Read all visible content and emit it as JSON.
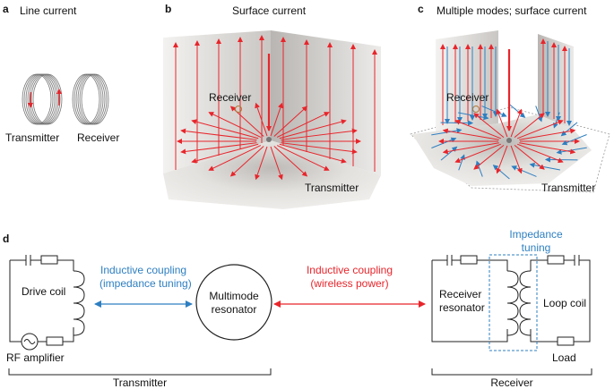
{
  "panels": {
    "a": {
      "letter": "a",
      "title": "Line current",
      "transmitter": "Transmitter",
      "receiver": "Receiver"
    },
    "b": {
      "letter": "b",
      "title": "Surface current",
      "receiver": "Receiver",
      "transmitter": "Transmitter"
    },
    "c": {
      "letter": "c",
      "title": "Multiple modes; surface current",
      "receiver": "Receiver",
      "transmitter": "Transmitter"
    },
    "d": {
      "letter": "d"
    }
  },
  "circuit": {
    "drive_coil": "Drive coil",
    "rf_amplifier": "RF amplifier",
    "coupling_left_line1": "Inductive coupling",
    "coupling_left_line2": "(impedance tuning)",
    "resonator_line1": "Multimode",
    "resonator_line2": "resonator",
    "coupling_right_line1": "Inductive coupling",
    "coupling_right_line2": "(wireless power)",
    "impedance_line1": "Impedance",
    "impedance_line2": "tuning",
    "receiver_resonator_line1": "Receiver",
    "receiver_resonator_line2": "resonator",
    "loop_coil": "Loop coil",
    "load": "Load",
    "transmitter_bracket": "Transmitter",
    "receiver_bracket": "Receiver"
  },
  "colors": {
    "red": "#e8252b",
    "blue": "#2e7fc1"
  }
}
